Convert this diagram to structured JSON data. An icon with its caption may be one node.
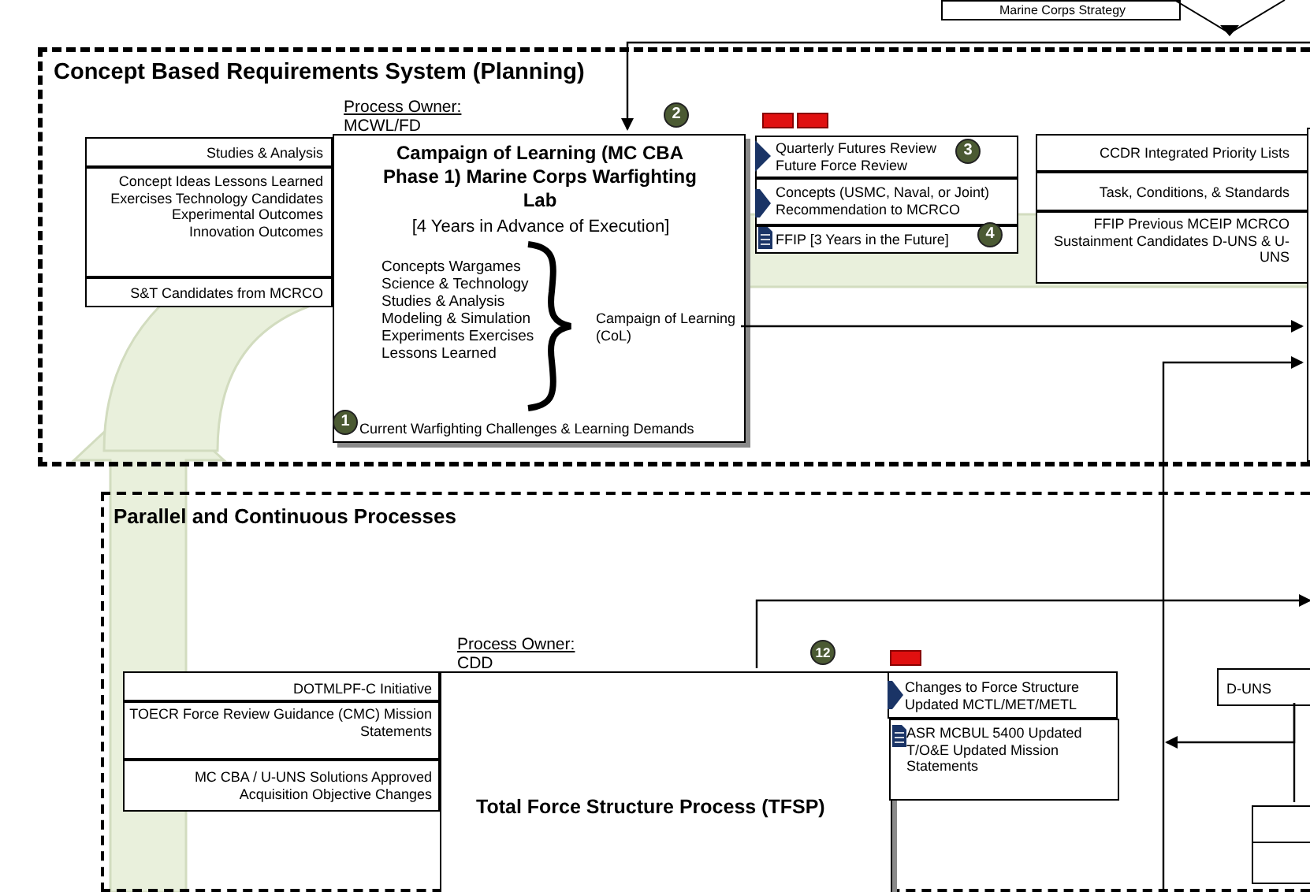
{
  "diagram": {
    "nodes": [
      {
        "text": [
          "Concept Based Requirements System (Planning)"
        ]
      },
      {
        "text": [
          "Marine Corps Strategy"
        ]
      },
      {
        "text": [
          "Campaign of Learning (MC CBA Phase 1) Marine Corps Warfighting Lab",
          "[4 Years in Advance of Execution]",
          "Concepts Wargames Science & Technology Studies & Analysis Modeling & Simulation Experiments Exercises Lessons Learned",
          "Campaign of Learning (CoL)",
          "Current Warfighting Challenges & Learning Demands"
        ],
        "in": 0,
        "beside": [
          "Process Owner:",
          "MCWL/FD"
        ]
      },
      {
        "text": [
          "Studies & Analysis"
        ],
        "in": 0
      },
      {
        "text": [
          "Concept Ideas Lessons Learned Exercises Technology Candidates Experimental Outcomes Innovation Outcomes"
        ],
        "in": 0
      },
      {
        "text": [
          "S&T Candidates from MCRCO"
        ],
        "in": 0
      },
      {
        "text": [
          "Quarterly Futures Review Future Force Review"
        ],
        "in": 0
      },
      {
        "text": [
          "Concepts (USMC, Naval, or Joint) Recommendation to MCRCO"
        ],
        "in": 0
      },
      {
        "text": [
          "FFIP [3 Years in the Future]"
        ],
        "in": 0
      },
      {
        "text": [
          "CCDR Integrated Priority Lists"
        ],
        "in": 0
      },
      {
        "text": [
          "Task, Conditions, & Standards"
        ],
        "in": 0
      },
      {
        "text": [
          "FFIP Previous MCEIP MCRCO Sustainment Candidates D-UNS & U-UNS"
        ],
        "in": 0
      },
      {
        "text": [
          "Parallel and Continuous Processes"
        ]
      },
      {
        "text": [
          "Total Force Structure Process (TFSP)"
        ],
        "in": 12,
        "beside": [
          "Process Owner:",
          "CDD"
        ]
      },
      {
        "text": [
          "DOTMLPF-C Initiative"
        ],
        "in": 12
      },
      {
        "text": [
          "TOECR Force Review Guidance (CMC) Mission Statements"
        ],
        "in": 12
      },
      {
        "text": [
          "MC CBA / U-UNS Solutions Approved Acquisition Objective Changes"
        ],
        "in": 12
      },
      {
        "text": [
          "Changes to Force Structure Updated MCTL/MET/METL"
        ],
        "in": 12
      },
      {
        "text": [
          "ASR MCBUL 5400 Updated T/O&E Updated Mission Statements"
        ],
        "in": 12
      },
      {
        "text": [
          "D-UNS"
        ],
        "in": 12
      },
      {
        "text": [],
        "shape": "box",
        "in": 12
      },
      {
        "text": [],
        "shape": "box",
        "in": 0
      }
    ],
    "edges": [
      {
        "from": null,
        "to": 2,
        "arrow": "to"
      },
      {
        "from": 2,
        "to": 21,
        "arrow": "to"
      },
      {
        "from": 13,
        "to": null,
        "arrow": "to"
      },
      {
        "from": 12,
        "to": 21,
        "arrow": "to"
      },
      {
        "from": 19,
        "to": null,
        "arrow": "to"
      },
      {
        "from": 19,
        "to": 20,
        "arrow": "none"
      }
    ],
    "labels": [
      "1",
      "2",
      "3",
      "4",
      "12"
    ]
  }
}
